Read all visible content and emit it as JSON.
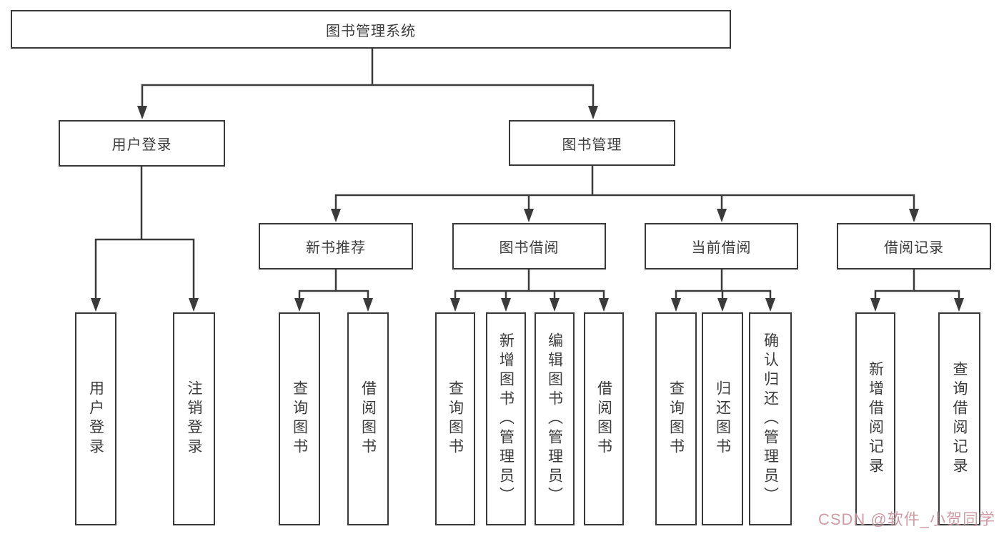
{
  "tree": {
    "label": "图书管理系统",
    "children": [
      {
        "label": "用户登录",
        "children": [
          {
            "label": "用户登录"
          },
          {
            "label": "注销登录"
          }
        ]
      },
      {
        "label": "图书管理",
        "children": [
          {
            "label": "新书推荐",
            "children": [
              {
                "label": "查询图书"
              },
              {
                "label": "借阅图书"
              }
            ]
          },
          {
            "label": "图书借阅",
            "children": [
              {
                "label": "查询图书"
              },
              {
                "label": "新增图书（管理员）"
              },
              {
                "label": "编辑图书（管理员）"
              },
              {
                "label": "借阅图书"
              }
            ]
          },
          {
            "label": "当前借阅",
            "children": [
              {
                "label": "查询图书"
              },
              {
                "label": "归还图书"
              },
              {
                "label": "确认归还（管理员）"
              }
            ]
          },
          {
            "label": "借阅记录",
            "children": [
              {
                "label": "新增借阅记录"
              },
              {
                "label": "查询借阅记录"
              }
            ]
          }
        ]
      }
    ]
  },
  "watermark": {
    "text": "CSDN @软件_小贺同学",
    "color": "#c98f9a"
  },
  "colors": {
    "line": "#3a3a3a",
    "box_border": "#383838",
    "text": "#3c3c3c",
    "background": "#ffffff"
  }
}
